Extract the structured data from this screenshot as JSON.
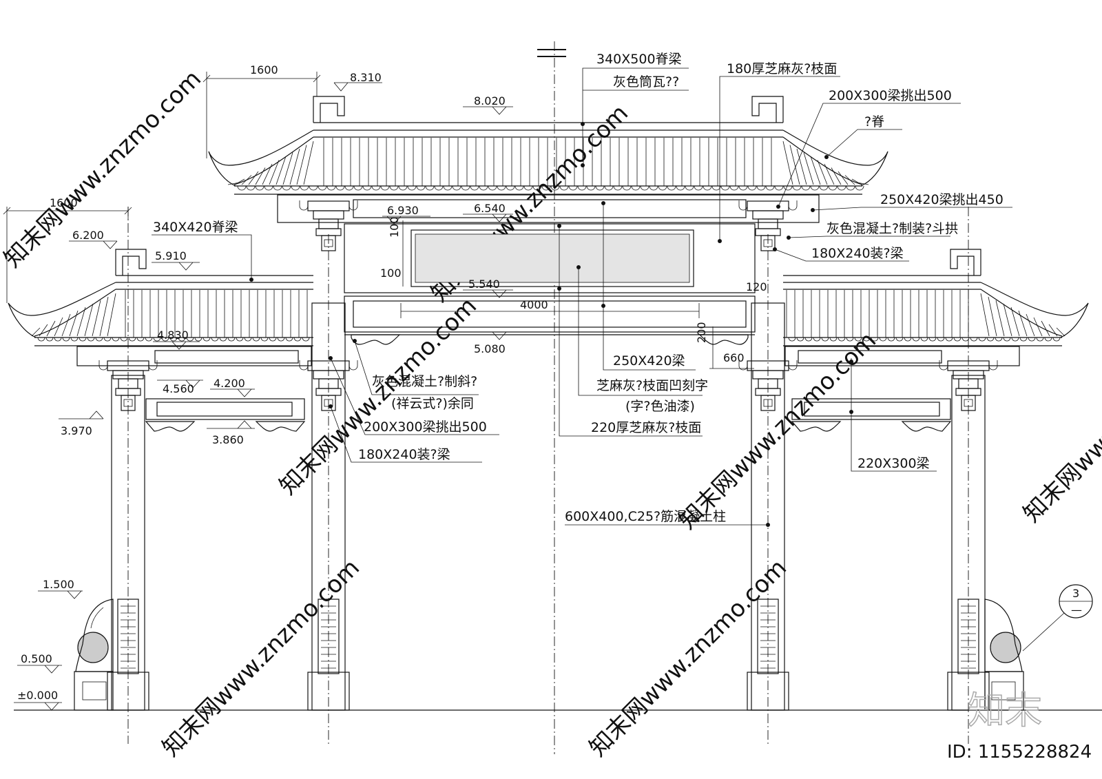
{
  "elevations": {
    "e8310": "8.310",
    "e8020": "8.020",
    "e6930": "6.930",
    "e6540": "6.540",
    "e6200": "6.200",
    "e5910": "5.910",
    "e5540": "5.540",
    "e5080": "5.080",
    "e4830": "4.830",
    "e4560": "4.560",
    "e4200": "4.200",
    "e3970": "3.970",
    "e3860": "3.860",
    "e1500": "1.500",
    "e0500": "0.500",
    "e0000": "±0.000"
  },
  "dimensions": {
    "d1600_top": "1600",
    "d1600_left": "1600",
    "d100_a": "100",
    "d100_b": "100",
    "d4000": "4000",
    "d200": "200",
    "d660": "660",
    "d120": "120"
  },
  "annotations": {
    "ridge_beam_main": "340X500脊梁",
    "tile_main": "灰色筒瓦??",
    "slab_180": "180厚芝麻灰?枝面",
    "beam_200x300_right": "200X300梁挑出500",
    "ridge_right": "?脊",
    "beam_250x420_right": "250X420梁挑出450",
    "bracket_right": "灰色混凝土?制装?斗拱",
    "beam_180x240_right": "180X240装?梁",
    "ridge_beam_side": "340X420脊梁",
    "beam_250x420_center": "250X420梁",
    "carve_text_1": "芝麻灰?枝面凹刻字",
    "carve_text_2": "(字?色油漆)",
    "slab_220": "220厚芝麻灰?枝面",
    "bracket_left_1": "灰色混凝土?制斜?",
    "bracket_left_2": "(祥云式?)余同",
    "beam_200x300_left": "200X300梁挑出500",
    "beam_180x240_left": "180X240装?梁",
    "beam_220x300": "220X300梁",
    "column": "600X400,C25?筋混凝土柱",
    "detail_no": "3",
    "detail_sheet": "—"
  },
  "watermark": {
    "site": "知末网www.znzmo.com",
    "brand": "知末",
    "id": "ID: 1155228824"
  }
}
